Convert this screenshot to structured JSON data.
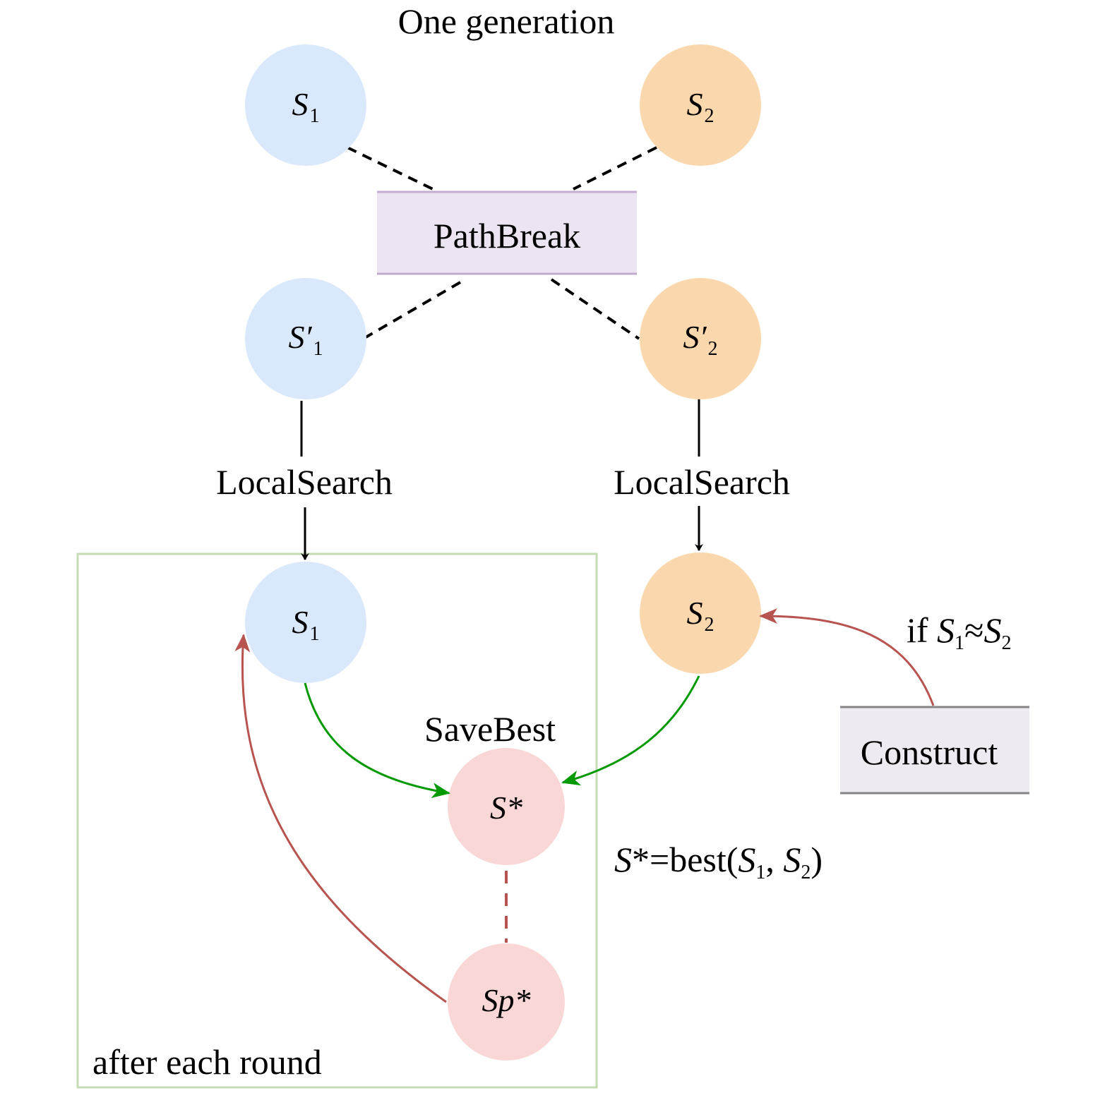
{
  "title": "One generation",
  "colors": {
    "blue_node": "#dae8fc",
    "orange_node": "#fad7ac",
    "pink_node": "#f8d7d6",
    "purple_box": "#ece4f0",
    "purple_box_border": "#c3abd0",
    "construct_box": "#eeeaf2",
    "construct_box_border": "#858585",
    "green_container": "#c4dcb4",
    "green_arrow": "#009900",
    "red_arrow": "#b85450"
  },
  "nodes": {
    "s1_top": {
      "base": "S",
      "sub": "1"
    },
    "s2_top": {
      "base": "S",
      "sub": "2"
    },
    "s1_prime": {
      "base": "S′",
      "sub": "1"
    },
    "s2_prime": {
      "base": "S′",
      "sub": "2"
    },
    "s1_bottom": {
      "base": "S",
      "sub": "1"
    },
    "s2_bottom": {
      "base": "S",
      "sub": "2"
    },
    "s_star": {
      "label": "S*"
    },
    "sp_star": {
      "label": "Sp*"
    }
  },
  "boxes": {
    "pathbreak": "PathBreak",
    "construct": "Construct"
  },
  "labels": {
    "localsearch_left": "LocalSearch",
    "localsearch_right": "LocalSearch",
    "savebest": "SaveBest",
    "after_each_round": "after each round",
    "condition": {
      "prefix": "if ",
      "s": "S",
      "sub1": "1",
      "op": "≈",
      "sub2": "2"
    },
    "best_formula": {
      "lhs": "S",
      "star": "*=best(",
      "s": "S",
      "sub1": "1",
      "sep": ", ",
      "sub2": "2",
      "close": ")"
    }
  }
}
